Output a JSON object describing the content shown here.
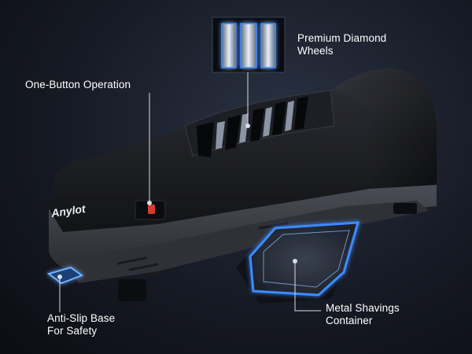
{
  "brand": {
    "logo_text": "Anylot"
  },
  "callouts": {
    "diamond_wheels": {
      "line1": "Premium Diamond",
      "line2": "Wheels"
    },
    "one_button": {
      "line1": "One-Button Operation"
    },
    "anti_slip": {
      "line1": "Anti-Slip Base",
      "line2": "For Safety"
    },
    "shavings": {
      "line1": "Metal Shavings",
      "line2": "Container"
    }
  },
  "colors": {
    "background": "#161a24",
    "body": "#1b1c20",
    "glow": "#3d8bff",
    "button_red": "#d33b2f"
  },
  "icons": [
    "diamond-wheel-inset",
    "power-button-icon",
    "anti-slip-pad",
    "shavings-tray"
  ]
}
